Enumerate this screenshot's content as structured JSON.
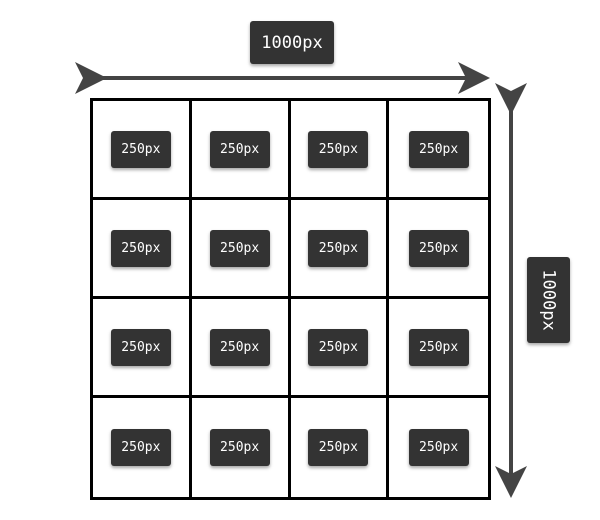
{
  "container": {
    "width_label": "1000px",
    "height_label": "1000px"
  },
  "grid": {
    "rows": 4,
    "columns": 4,
    "cells": [
      "250px",
      "250px",
      "250px",
      "250px",
      "250px",
      "250px",
      "250px",
      "250px",
      "250px",
      "250px",
      "250px",
      "250px",
      "250px",
      "250px",
      "250px",
      "250px"
    ]
  },
  "colors": {
    "tag_background": "#333333",
    "tag_text": "#ffffff",
    "grid_line": "#000000",
    "arrow": "#444444"
  }
}
